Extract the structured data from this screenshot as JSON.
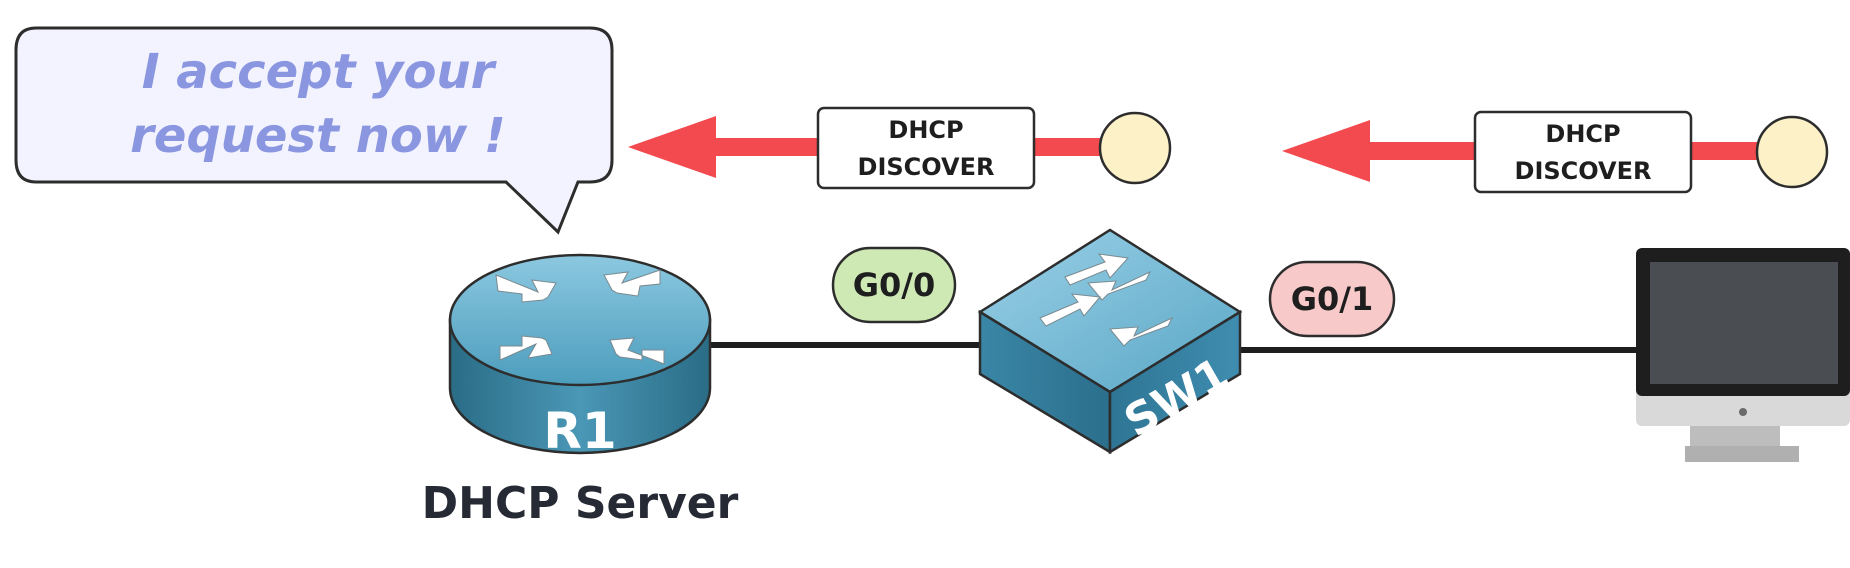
{
  "speech_bubble": {
    "line1": "I accept your",
    "line2": "request now !"
  },
  "router": {
    "label": "R1",
    "role": "DHCP Server"
  },
  "switch": {
    "label": "SW1"
  },
  "interfaces": {
    "r1_side": "G0/0",
    "pc_side": "G0/1"
  },
  "messages": {
    "left": {
      "line1": "DHCP",
      "line2": "DISCOVER"
    },
    "right": {
      "line1": "DHCP",
      "line2": "DISCOVER"
    }
  },
  "colors": {
    "bubble_text": "#8a97e0",
    "arrow": "#f24a4f",
    "packet_dot": "#fdf1c8",
    "g00_badge": "#cfe9b5",
    "g01_badge": "#f8c9c9",
    "device_blue": "#3d8aa8"
  }
}
